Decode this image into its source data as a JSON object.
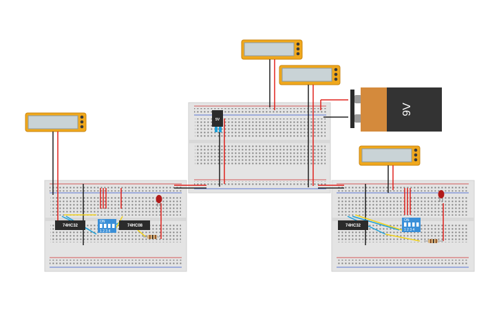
{
  "circuit": {
    "battery": {
      "label": "9V"
    },
    "regulator": {
      "label": "5V"
    },
    "chips": [
      {
        "label": "74HC32"
      },
      {
        "label": "74HC08"
      },
      {
        "label": "74HC32"
      }
    ],
    "dip_switches": [
      {
        "label": "ON",
        "numbers": "1 2 3 4"
      },
      {
        "label": "ON",
        "numbers": "1 2 3 4"
      }
    ],
    "multimeters": 4,
    "leds": 2,
    "resistors": 2,
    "colors": {
      "breadboard": "#e4e4e4",
      "rail_red": "#cc2b2b",
      "rail_blue": "#2b4fcc",
      "wire_red": "#e0201b",
      "wire_black": "#1e1e1e",
      "wire_yellow": "#f2d21b",
      "wire_blue": "#1ea0d8",
      "meter_frame": "#f0a81c",
      "meter_screen": "#c9d3d6",
      "chip": "#2b2b2b",
      "dip": "#3a8fd8",
      "battery_copper": "#d48a3c",
      "battery_dark": "#333333"
    }
  }
}
